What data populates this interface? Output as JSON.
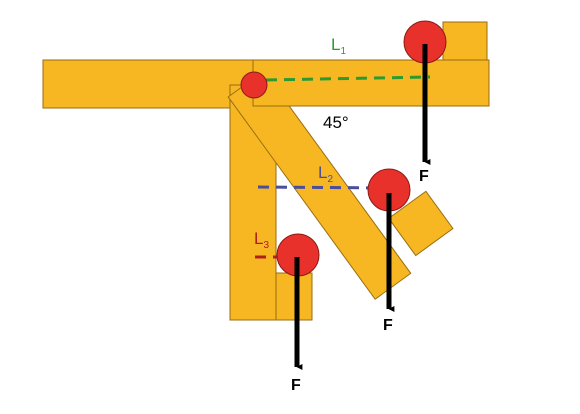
{
  "colors": {
    "beam": "#F7B722",
    "beam_stroke": "#9A6E10",
    "weight": "#E8312A",
    "weight_stroke": "#8A1A14",
    "arrow": "#000000",
    "l1": "#2E9A2E",
    "l2": "#4A4E9C",
    "l3": "#B01E1E",
    "text": "#000000",
    "background": "#ffffff"
  },
  "labels": {
    "l1_main": "L",
    "l1_sub": "1",
    "l2_main": "L",
    "l2_sub": "2",
    "l3_main": "L",
    "l3_sub": "3",
    "angle": "45°",
    "force_1": "F",
    "force_2": "F",
    "force_3": "F"
  },
  "icons": {
    "pivot": "pivot-circle-icon",
    "weight": "weight-ball-icon",
    "force": "force-arrow-down-icon"
  }
}
